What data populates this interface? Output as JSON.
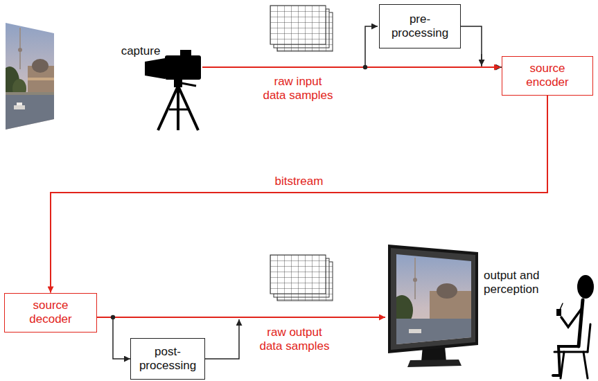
{
  "diagram": {
    "nodes": [
      {
        "text": [
          "pre- processing"
        ]
      },
      {
        "text": [
          "source encoder"
        ]
      },
      {
        "text": [
          "source decoder"
        ]
      },
      {
        "text": [
          "post- processing"
        ]
      }
    ],
    "edges": [
      {
        "from": 0,
        "to": 1,
        "arrow": "to"
      },
      {
        "from": 1,
        "to": 2,
        "label": "bitstream",
        "arrow": "to"
      },
      {
        "from": 2,
        "to": 3,
        "arrow": "to"
      }
    ],
    "labels": [
      "capture",
      "raw input data samples",
      "raw output data samples",
      "output and perception"
    ]
  }
}
